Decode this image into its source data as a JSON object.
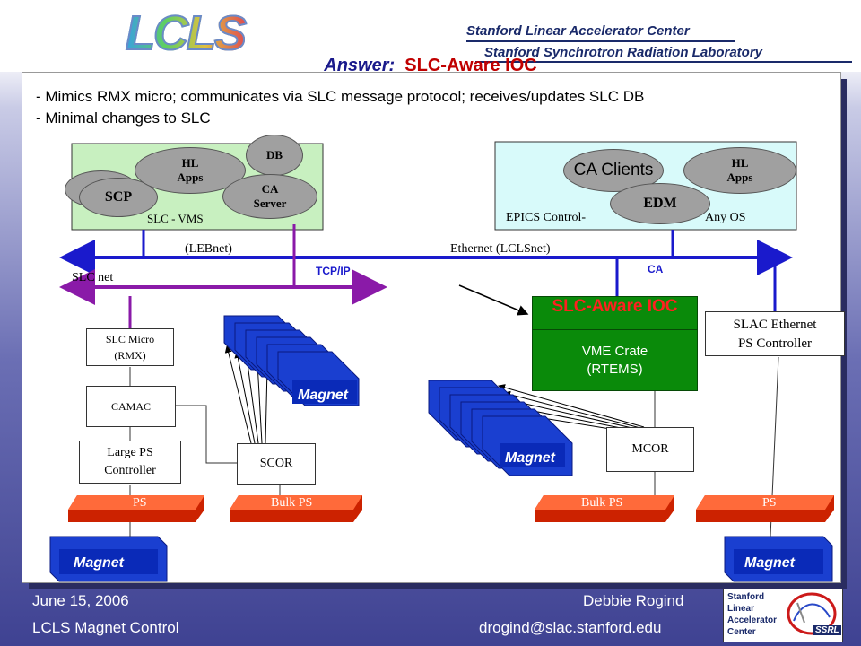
{
  "header": {
    "logo": "LCLS",
    "lab_line1": "Stanford Linear Accelerator Center",
    "lab_line2": "Stanford Synchrotron Radiation Laboratory"
  },
  "slide": {
    "title_prefix": "Answer:",
    "title_main": "SLC-Aware IOC",
    "bullet1": "- Mimics RMX micro; communicates via SLC message protocol; receives/updates SLC DB",
    "bullet2": "- Minimal changes to SLC"
  },
  "diagram": {
    "slc_vms": {
      "label": "SLC - VMS",
      "scp": "SCP",
      "hl_apps_l1": "HL",
      "hl_apps_l2": "Apps",
      "db": "DB",
      "ca_server_l1": "CA",
      "ca_server_l2": "Server"
    },
    "epics": {
      "label_left": "EPICS Control-",
      "label_right": "Any OS",
      "ca_clients": "CA Clients",
      "edm": "EDM",
      "hl_apps_l1": "HL",
      "hl_apps_l2": "Apps"
    },
    "lebnet": "(LEBnet)",
    "ethernet": "Ethernet (LCLSnet)",
    "slc_net": "SLC net",
    "tcpip": "TCP/IP",
    "ca": "CA",
    "slc_micro_l1": "SLC Micro",
    "slc_micro_l2": "(RMX)",
    "camac": "CAMAC",
    "large_ps_l1": "Large PS",
    "large_ps_l2": "Controller",
    "scor": "SCOR",
    "ioc_title": "SLC-Aware IOC",
    "vme_l1": "VME Crate",
    "vme_l2": "(RTEMS)",
    "slac_eth_l1": "SLAC Ethernet",
    "slac_eth_l2": "PS Controller",
    "mcor": "MCOR",
    "ps_left": "PS",
    "bulk_ps_left": "Bulk PS",
    "bulk_ps_right": "Bulk PS",
    "ps_right": "PS",
    "magnet": "Magnet"
  },
  "footer": {
    "date": "June 15, 2006",
    "author": "Debbie Rogind",
    "project": "LCLS Magnet Control",
    "email": "drogind@slac.stanford.edu",
    "logo_line1": "Stanford",
    "logo_line2": "Linear",
    "logo_line3": "Accelerator",
    "logo_line4": "Center",
    "ssrl": "SSRL"
  },
  "colors": {
    "network_line": "#1a1acc",
    "tcp_line": "#8a1aa8",
    "ioc_green": "#0a8a0a",
    "ioc_title": "#ff2020",
    "ps_red": "#cc2200",
    "magnet_blue": "#1a3fd0",
    "panel_cyan": "#d8fafa",
    "panel_green": "#c8f0c0"
  }
}
